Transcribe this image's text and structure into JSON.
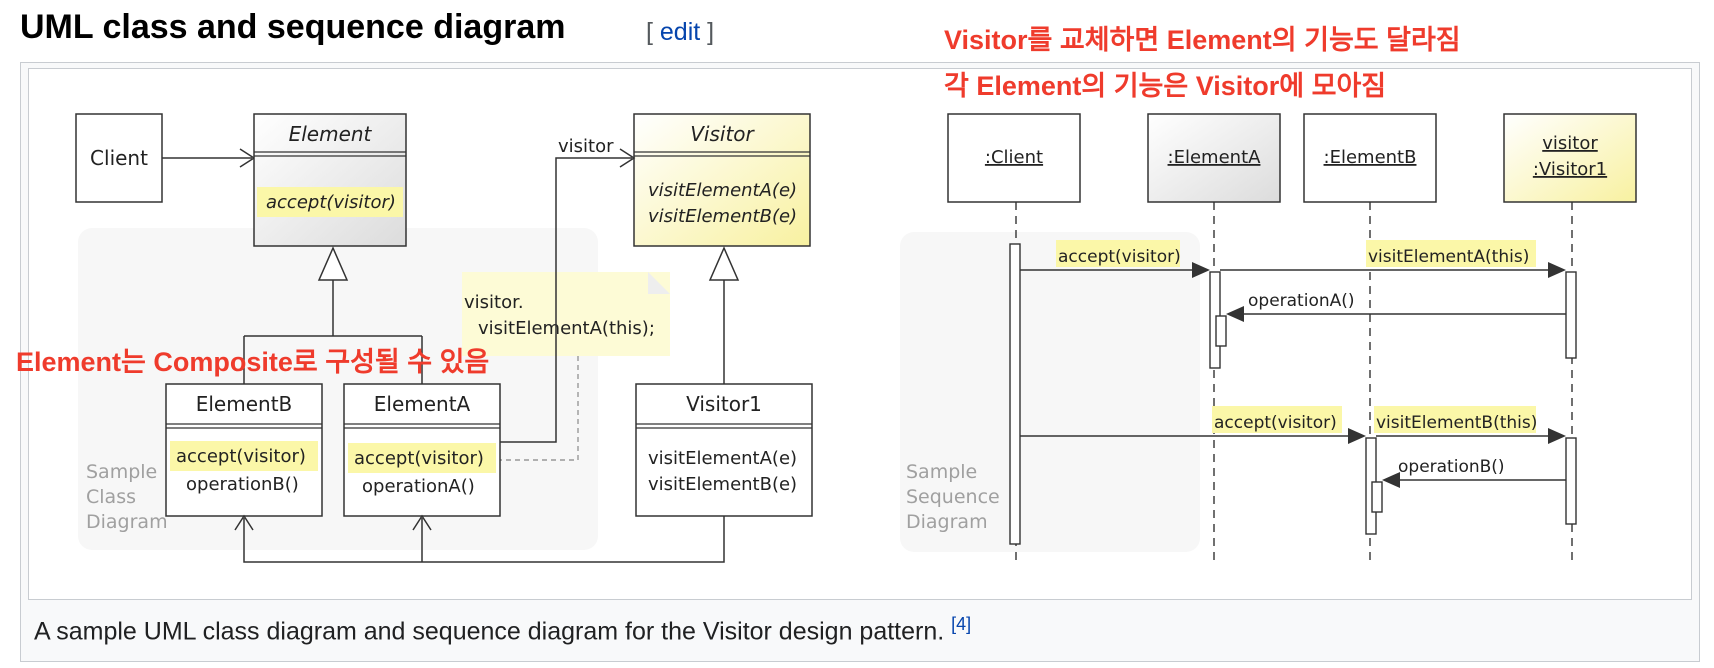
{
  "heading": "UML class and sequence diagram",
  "edit": {
    "open": "[ ",
    "label": "edit",
    "close": " ]"
  },
  "annotations": {
    "line1": "Visitor를 교체하면 Element의 기능도 달라짐",
    "line2": "각 Element의 기능은 Visitor에 모아짐",
    "composite": "Element는 Composite로 구성될 수 있음"
  },
  "caption": {
    "text": "A sample UML class diagram and sequence diagram for the Visitor design pattern. ",
    "ref": "[4]"
  },
  "class_diagram": {
    "client": "Client",
    "element": {
      "name": "Element",
      "op": "accept(visitor)"
    },
    "visitor": {
      "name": "Visitor",
      "op1": "visitElementA(e)",
      "op2": "visitElementB(e)"
    },
    "elementB": {
      "name": "ElementB",
      "op1": "accept(visitor)",
      "op2": "operationB()"
    },
    "elementA": {
      "name": "ElementA",
      "op1": "accept(visitor)",
      "op2": "operationA()"
    },
    "visitor1": {
      "name": "Visitor1",
      "op1": "visitElementA(e)",
      "op2": "visitElementB(e)"
    },
    "assoc_label": "visitor",
    "note_line1": "visitor.",
    "note_line2": "visitElementA(this);",
    "watermark": [
      "Sample",
      "Class",
      "Diagram"
    ]
  },
  "sequence_diagram": {
    "client": ":Client",
    "elementA": ":ElementA",
    "elementB": ":ElementB",
    "visitor_line1": "visitor",
    "visitor_line2": ":Visitor1",
    "msg_accept1": "accept(visitor)",
    "msg_visitA": "visitElementA(this)",
    "msg_opA": "operationA()",
    "msg_accept2": "accept(visitor)",
    "msg_visitB": "visitElementB(this)",
    "msg_opB": "operationB()",
    "watermark": [
      "Sample",
      "Sequence",
      "Diagram"
    ]
  },
  "colors": {
    "annotation_red": "#ef3b2c",
    "highlight_yellow": "#fbf7a8",
    "link_blue": "#0645ad"
  }
}
